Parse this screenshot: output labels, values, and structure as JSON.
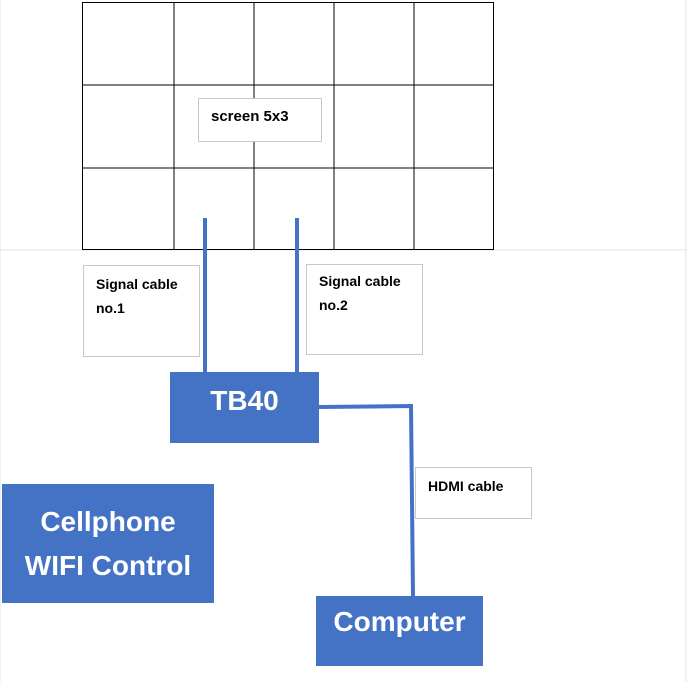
{
  "diagram": {
    "screen_label": "screen 5x3",
    "screen_grid": {
      "columns": 5,
      "rows": 3
    },
    "cables": [
      {
        "label": "Signal cable\nno.1"
      },
      {
        "label": "Signal cable\nno.2"
      },
      {
        "label": "HDMI cable"
      }
    ],
    "nodes": [
      {
        "label": "TB40"
      },
      {
        "label": "Cellphone\nWIFI Control"
      },
      {
        "label": "Computer"
      }
    ],
    "colors": {
      "block": "#4472c4",
      "wire": "#4472c4",
      "grid_line": "#000000"
    }
  }
}
